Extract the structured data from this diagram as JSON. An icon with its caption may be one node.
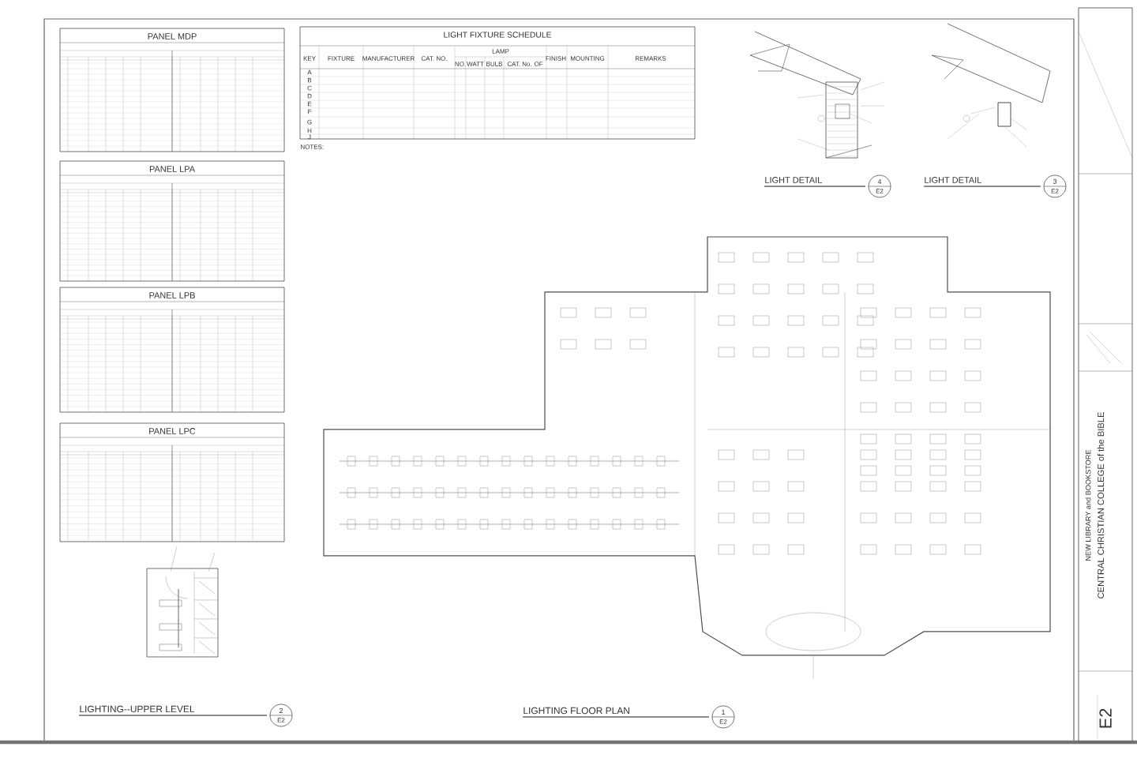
{
  "diagram": {
    "labels": [
      "PANEL MDP",
      "PANEL LPA",
      "PANEL LPB",
      "PANEL LPC",
      "LIGHT FIXTURE SCHEDULE",
      "KEY",
      "FIXTURE",
      "MANUFACTURER",
      "CAT. NO.",
      "LAMP",
      "NO.",
      "WATT",
      "BULB",
      "CAT. No. OF",
      "FINISH",
      "MOUNTING",
      "REMARKS",
      "A",
      "B",
      "C",
      "D",
      "E",
      "F",
      "G",
      "H",
      "J",
      "NOTES:",
      "LIGHT DETAIL",
      "4",
      "E2",
      "LIGHT DETAIL",
      "3",
      "E2",
      "LIGHTING--UPPER LEVEL",
      "2",
      "E2",
      "LIGHTING FLOOR PLAN",
      "1",
      "E2",
      "NEW LIBRARY and BOOKSTORE",
      "CENTRAL CHRISTIAN COLLEGE of the BIBLE",
      "E2"
    ]
  }
}
